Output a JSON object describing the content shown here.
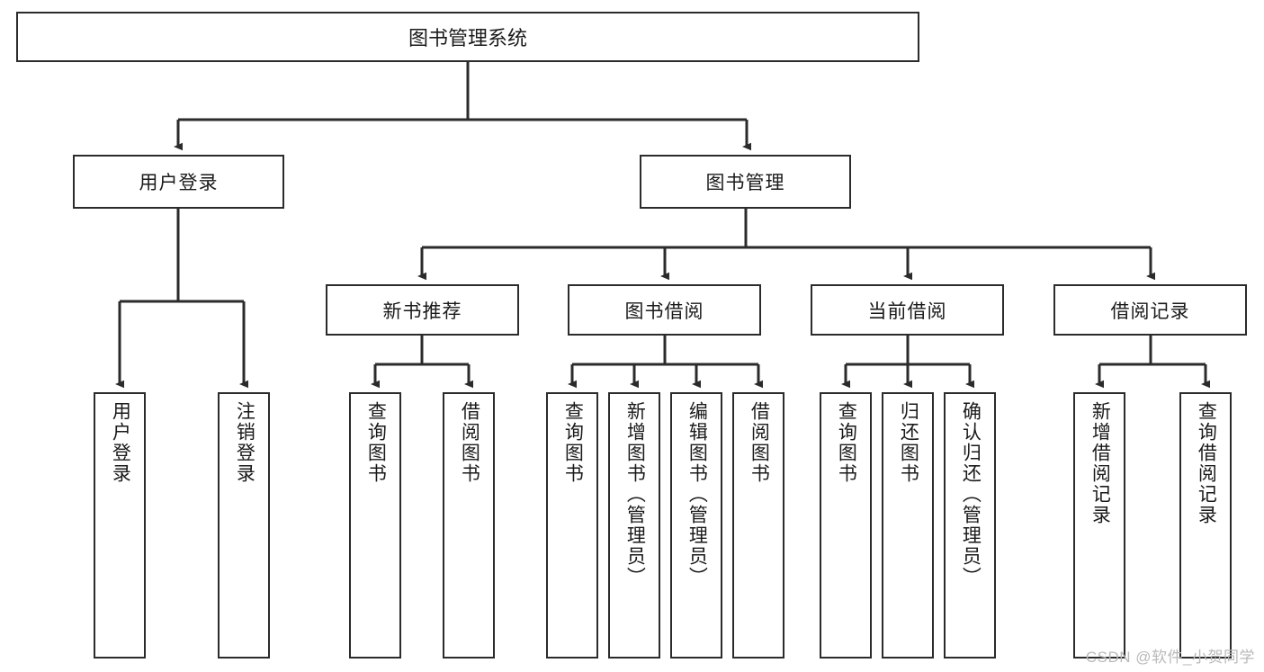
{
  "diagram": {
    "title": "图书管理系统",
    "type": "tree",
    "colors": {
      "box_border": "#2b2b2b",
      "box_fill": "#ffffff",
      "connector": "#2b2b2b",
      "text": "#1a1a1a",
      "watermark": "#b9b9b9"
    },
    "root": {
      "label": "图书管理系统"
    },
    "level2": [
      {
        "label": "用户登录"
      },
      {
        "label": "图书管理"
      }
    ],
    "level3": [
      {
        "label": "新书推荐"
      },
      {
        "label": "图书借阅"
      },
      {
        "label": "当前借阅"
      },
      {
        "label": "借阅记录"
      }
    ],
    "leaves": {
      "user_login": [
        {
          "label": "用户登录"
        },
        {
          "label": "注销登录"
        }
      ],
      "new_book_recommend": [
        {
          "label": "查询图书"
        },
        {
          "label": "借阅图书"
        }
      ],
      "book_borrow": [
        {
          "label": "查询图书"
        },
        {
          "label": "新增图书（管理员）"
        },
        {
          "label": "编辑图书（管理员）"
        },
        {
          "label": "借阅图书"
        }
      ],
      "current_borrow": [
        {
          "label": "查询图书"
        },
        {
          "label": "归还图书"
        },
        {
          "label": "确认归还（管理员）"
        }
      ],
      "borrow_records": [
        {
          "label": "新增借阅记录"
        },
        {
          "label": "查询借阅记录"
        }
      ]
    },
    "watermark": "CSDN @软件_小贺同学"
  }
}
